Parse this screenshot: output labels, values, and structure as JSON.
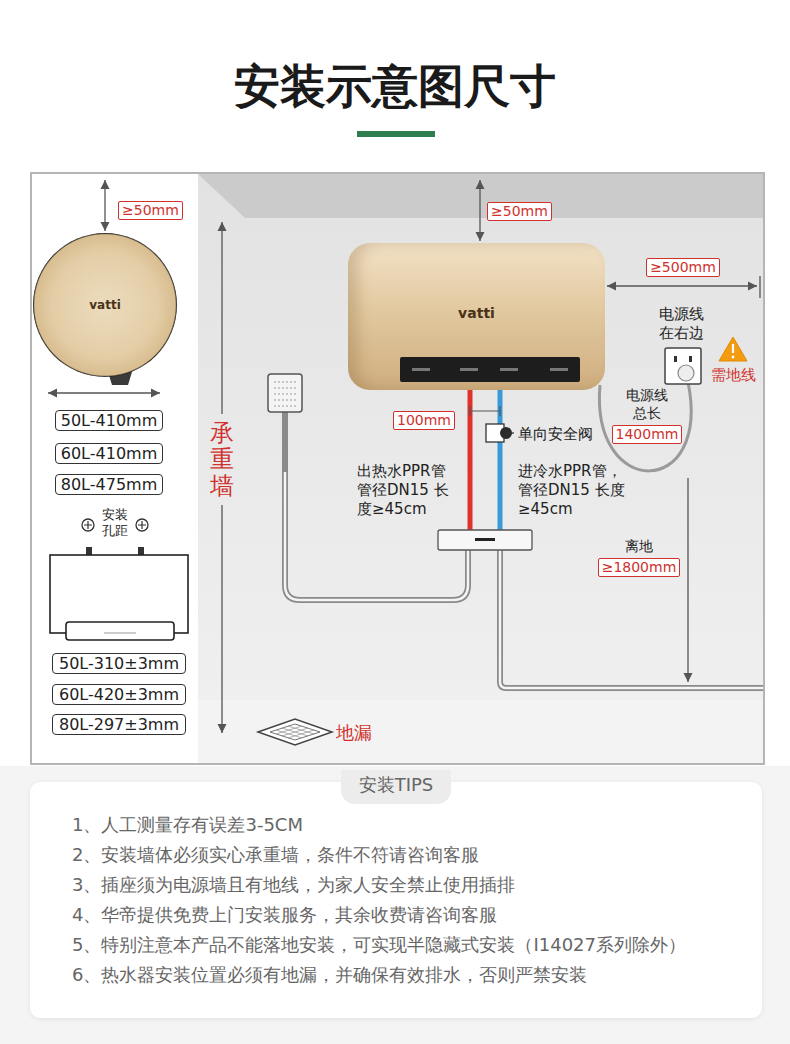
{
  "diagram": {
    "title": "安装示意图尺寸",
    "nodes": [
      {
        "text": [
          "≥50mm"
        ]
      },
      {
        "text": [
          "≥50mm"
        ]
      },
      {
        "text": [
          "≥500mm"
        ]
      },
      {
        "text": [
          "50L-410mm"
        ]
      },
      {
        "text": [
          "60L-410mm"
        ]
      },
      {
        "text": [
          "80L-475mm"
        ]
      },
      {
        "text": [
          "50L-310±3mm"
        ]
      },
      {
        "text": [
          "60L-420±3mm"
        ]
      },
      {
        "text": [
          "80L-297±3mm"
        ]
      },
      {
        "text": [
          "100mm"
        ]
      },
      {
        "text": [
          "电源线 总长",
          "1400mm"
        ]
      },
      {
        "text": [
          "离地",
          "≥1800mm"
        ]
      },
      {
        "text": [
          "vatti"
        ]
      },
      {
        "text": [
          "vatti"
        ]
      },
      {
        "text": [
          "安装TIPS",
          "1、人工测量存有误差3-5CM",
          "2、安装墙体必须实心承重墙，条件不符请咨询客服",
          "3、插座须为电源墙且有地线，为家人安全禁止使用插排",
          "4、华帝提供免费上门安装服务，其余收费请咨询客服",
          "5、特别注意本产品不能落地安装，可实现半隐藏式安装（I14027系列除外）",
          "6、热水器安装位置必须有地漏，并确保有效排水，否则严禁安装"
        ]
      }
    ],
    "labels": [
      "承重墙",
      "安装 孔距",
      "出热水PPR管 管径DN15 长度≥45cm",
      "进冷水PPR管， 管径DN15 长度≥45cm",
      "单向安全阀",
      "电源线 在右边",
      "需地线",
      "地漏"
    ]
  }
}
